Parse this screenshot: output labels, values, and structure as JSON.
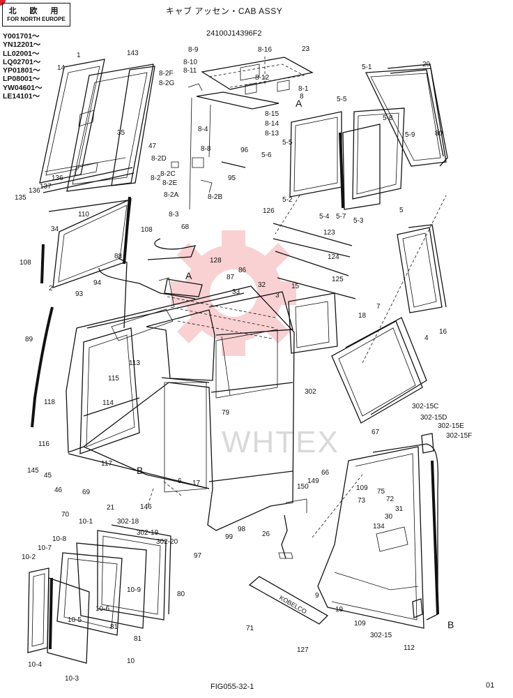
{
  "header": {
    "region_jp": "北 欧 用",
    "region_en": "FOR NORTH EUROPE",
    "title": "キャブ アッセン・CAB ASSY",
    "part_code": "24100J14396F2"
  },
  "serials": [
    "Y001701～",
    "YN12201～",
    "LL02001～",
    "LQ02701～",
    "YP01801～",
    "LP08001～",
    "YW04601～",
    "LE14101～"
  ],
  "footer": {
    "fig": "FIG055-32-1",
    "page": "01"
  },
  "watermark": "WHTEX",
  "brand_plate": "KOBELCO",
  "detail_refs": {
    "a1": "A",
    "a2": "A",
    "b1": "B",
    "b2": "B"
  },
  "callouts": [
    "1",
    "143",
    "14",
    "35",
    "47",
    "136",
    "137",
    "136",
    "135",
    "110",
    "34",
    "108",
    "108",
    "2",
    "8-9",
    "8-10",
    "8-11",
    "8-2F",
    "8-2G",
    "8-16",
    "23",
    "8-12",
    "8-1",
    "8",
    "8-15",
    "8-14",
    "8-13",
    "8-4",
    "96",
    "95",
    "8-2D",
    "8-8",
    "8-2C",
    "8-2E",
    "8-2",
    "8-2A",
    "8-2B",
    "8-3",
    "5-1",
    "20",
    "5-5",
    "5-8",
    "5-9",
    "80",
    "5-5",
    "5-6",
    "5-2",
    "5-4",
    "5-7",
    "5-3",
    "5",
    "126",
    "123",
    "124",
    "125",
    "68",
    "88",
    "128",
    "86",
    "87",
    "33",
    "32",
    "3",
    "15",
    "94",
    "93",
    "7",
    "18",
    "4",
    "16",
    "89",
    "113",
    "115",
    "114",
    "118",
    "116",
    "117",
    "145",
    "45",
    "46",
    "69",
    "70",
    "146",
    "6",
    "17",
    "79",
    "302",
    "302-15C",
    "302-15D",
    "302-15E",
    "302-15F",
    "67",
    "109",
    "75",
    "72",
    "73",
    "31",
    "30",
    "150",
    "149",
    "66",
    "134",
    "26",
    "302-18",
    "302-19",
    "302-20",
    "21",
    "97",
    "99",
    "98",
    "10-1",
    "10-7",
    "10-8",
    "10-2",
    "10-9",
    "80",
    "10-5",
    "10-6",
    "81",
    "81",
    "10-4",
    "10-3",
    "10",
    "9",
    "19",
    "109",
    "302-15",
    "112",
    "71",
    "127"
  ]
}
